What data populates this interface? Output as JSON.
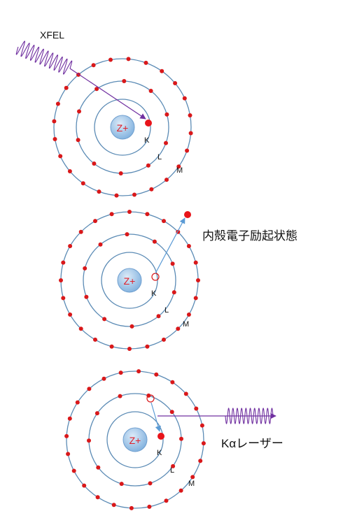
{
  "labels": {
    "xfel": "XFEL",
    "excited_state": "内殻電子励起状態",
    "k_alpha_laser": "Kαレーザー"
  },
  "atoms": [
    {
      "nucleus": "Z+",
      "shells": [
        "K",
        "L",
        "M"
      ]
    },
    {
      "nucleus": "Z+",
      "shells": [
        "K",
        "L",
        "M"
      ]
    },
    {
      "nucleus": "Z+",
      "shells": [
        "K",
        "L",
        "M"
      ]
    }
  ],
  "colors": {
    "shell": "#5b8bb5",
    "electron": "#d9181a",
    "nucleus_fill": "#9cc3e6",
    "nucleus_text": "#e0202a",
    "xfel_arrow": "#7030a0",
    "transition_arrow": "#5b9bd5",
    "emission_arrow": "#7030a0",
    "wave": "#7030a0"
  }
}
